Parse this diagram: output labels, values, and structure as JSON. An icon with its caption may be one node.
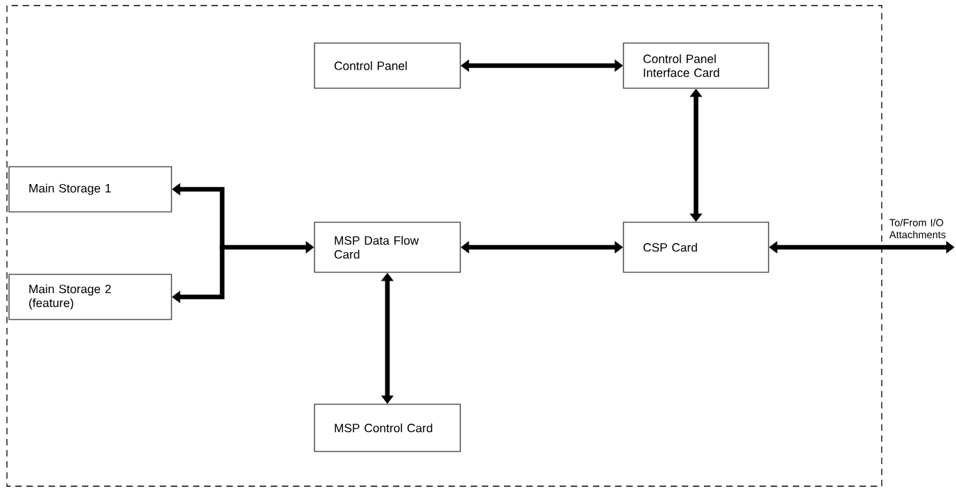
{
  "diagram": {
    "nodes": [
      {
        "text": [
          "Control Panel"
        ]
      },
      {
        "text": [
          "Control Panel Interface Card"
        ]
      },
      {
        "text": [
          "Main Storage 1"
        ]
      },
      {
        "text": [
          "MSP Data Flow Card"
        ]
      },
      {
        "text": [
          "CSP Card"
        ]
      },
      {
        "text": [
          "Main Storage 2 (feature)"
        ]
      },
      {
        "text": [
          "MSP Control Card"
        ]
      }
    ],
    "edges": [
      {
        "from": 0,
        "to": 1,
        "arrow": "both"
      },
      {
        "from": 1,
        "to": 4,
        "arrow": "both"
      },
      {
        "from": 3,
        "to": 4,
        "arrow": "both"
      },
      {
        "from": 3,
        "to": 6,
        "arrow": "both"
      },
      {
        "from": 3,
        "to": 2,
        "arrow": "both"
      },
      {
        "from": 3,
        "to": 5,
        "arrow": "both"
      },
      {
        "from": 4,
        "to": null,
        "arrow": "both",
        "label": "To/From I/O Attachments"
      }
    ]
  }
}
